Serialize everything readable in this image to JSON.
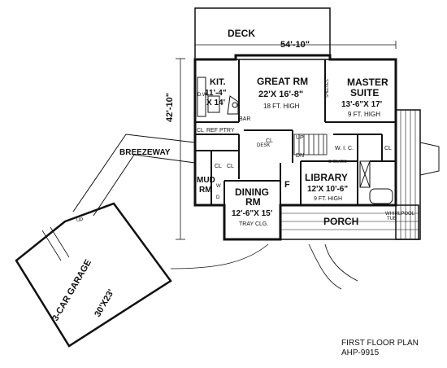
{
  "labels": {
    "deck": "DECK",
    "width_dim": "54'-10\"",
    "depth_dim": "42'-10\"",
    "great_rm": {
      "name": "GREAT RM",
      "size": "22'X 16'-8\"",
      "note": "18 FT. HIGH"
    },
    "master": {
      "name": "MASTER",
      "name2": "SUITE",
      "size": "13'-6\"X 17'",
      "note": "9 FT. HIGH"
    },
    "kit": {
      "name": "KIT.",
      "size1": "11'-4\"",
      "size2": "X 14'"
    },
    "bar": "BAR",
    "dw": "D.W.",
    "cl": "CL",
    "ref_ptry": "REF PTRY",
    "shelves": "SHELVES",
    "desk": "DESK",
    "up": "UP",
    "dn": "DN",
    "wic": "W. I. C.",
    "breezeway": "BREEZEWAY",
    "mud": {
      "name": "MUD",
      "name2": "RM"
    },
    "w": "W",
    "d": "D",
    "dining": {
      "name": "DINING",
      "name2": "RM",
      "size": "12'-6\"X 15'",
      "note": "TRAY CLG."
    },
    "f": "F",
    "library": {
      "name": "LIBRARY",
      "size": "12'X 10'-6\"",
      "note": "9 FT. HIGH"
    },
    "whirlpool": "WHIRLPOOL",
    "tub": "TUB",
    "porch": "PORCH",
    "garage": {
      "name": "3-CAR GARAGE",
      "size": "30'X23'"
    },
    "plan_title": "FIRST FLOOR PLAN",
    "plan_id": "AHP-9915"
  }
}
